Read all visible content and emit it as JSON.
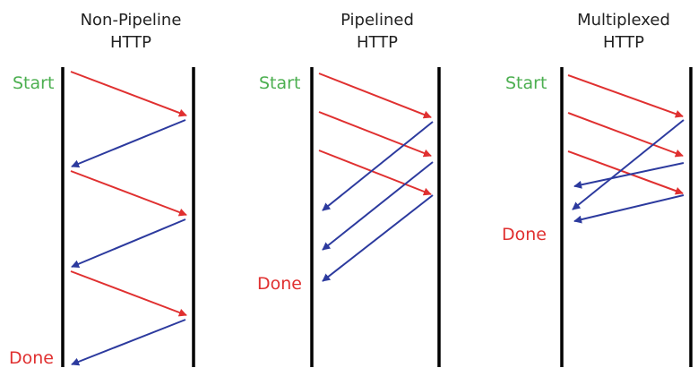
{
  "colors": {
    "request": "#e03030",
    "response": "#2c3a9e",
    "start_label": "#4caf50",
    "done_label": "#e03030",
    "timeline": "#000000"
  },
  "panels": [
    {
      "title_line1": "Non-Pipeline",
      "title_line2": "HTTP",
      "start_label": "Start",
      "done_label": "Done",
      "requests": 3,
      "responses": 3
    },
    {
      "title_line1": "Pipelined",
      "title_line2": "HTTP",
      "start_label": "Start",
      "done_label": "Done",
      "requests": 3,
      "responses": 3
    },
    {
      "title_line1": "Multiplexed",
      "title_line2": "HTTP",
      "start_label": "Start",
      "done_label": "Done",
      "requests": 3,
      "responses": 3
    }
  ]
}
